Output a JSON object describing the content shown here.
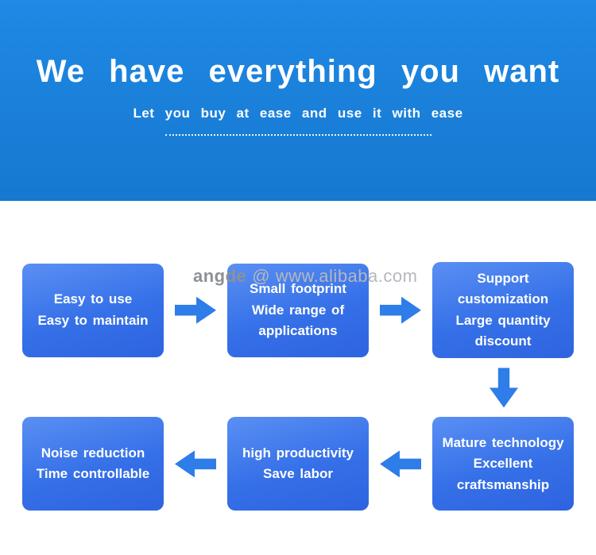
{
  "banner": {
    "title": "We have everything you want",
    "subtitle": "Let you buy at ease and use it with ease"
  },
  "watermark": {
    "brand": "angde",
    "site": "@ www.alibaba.com"
  },
  "flow": {
    "boxes": [
      {
        "id": "easy-to-use",
        "text": "Easy to use\nEasy to maintain"
      },
      {
        "id": "small-footprint",
        "text": "Small footprint\nWide range of\napplications"
      },
      {
        "id": "support-customization",
        "text": "Support\ncustomization\nLarge quantity\ndiscount"
      },
      {
        "id": "noise-reduction",
        "text": "Noise reduction\nTime controllable"
      },
      {
        "id": "high-productivity",
        "text": "high productivity\nSave labor"
      },
      {
        "id": "mature-technology",
        "text": "Mature technology\nExcellent\ncraftsmanship"
      }
    ]
  },
  "colors": {
    "banner_blue_top": "#1f89e5",
    "banner_blue_bottom": "#1678d0",
    "box_blue_light": "#5a8ff3",
    "box_blue_dark": "#2e63df",
    "arrow_blue": "#2e7de8",
    "text_white": "#ffffff",
    "watermark_gray": "#8d9196"
  }
}
